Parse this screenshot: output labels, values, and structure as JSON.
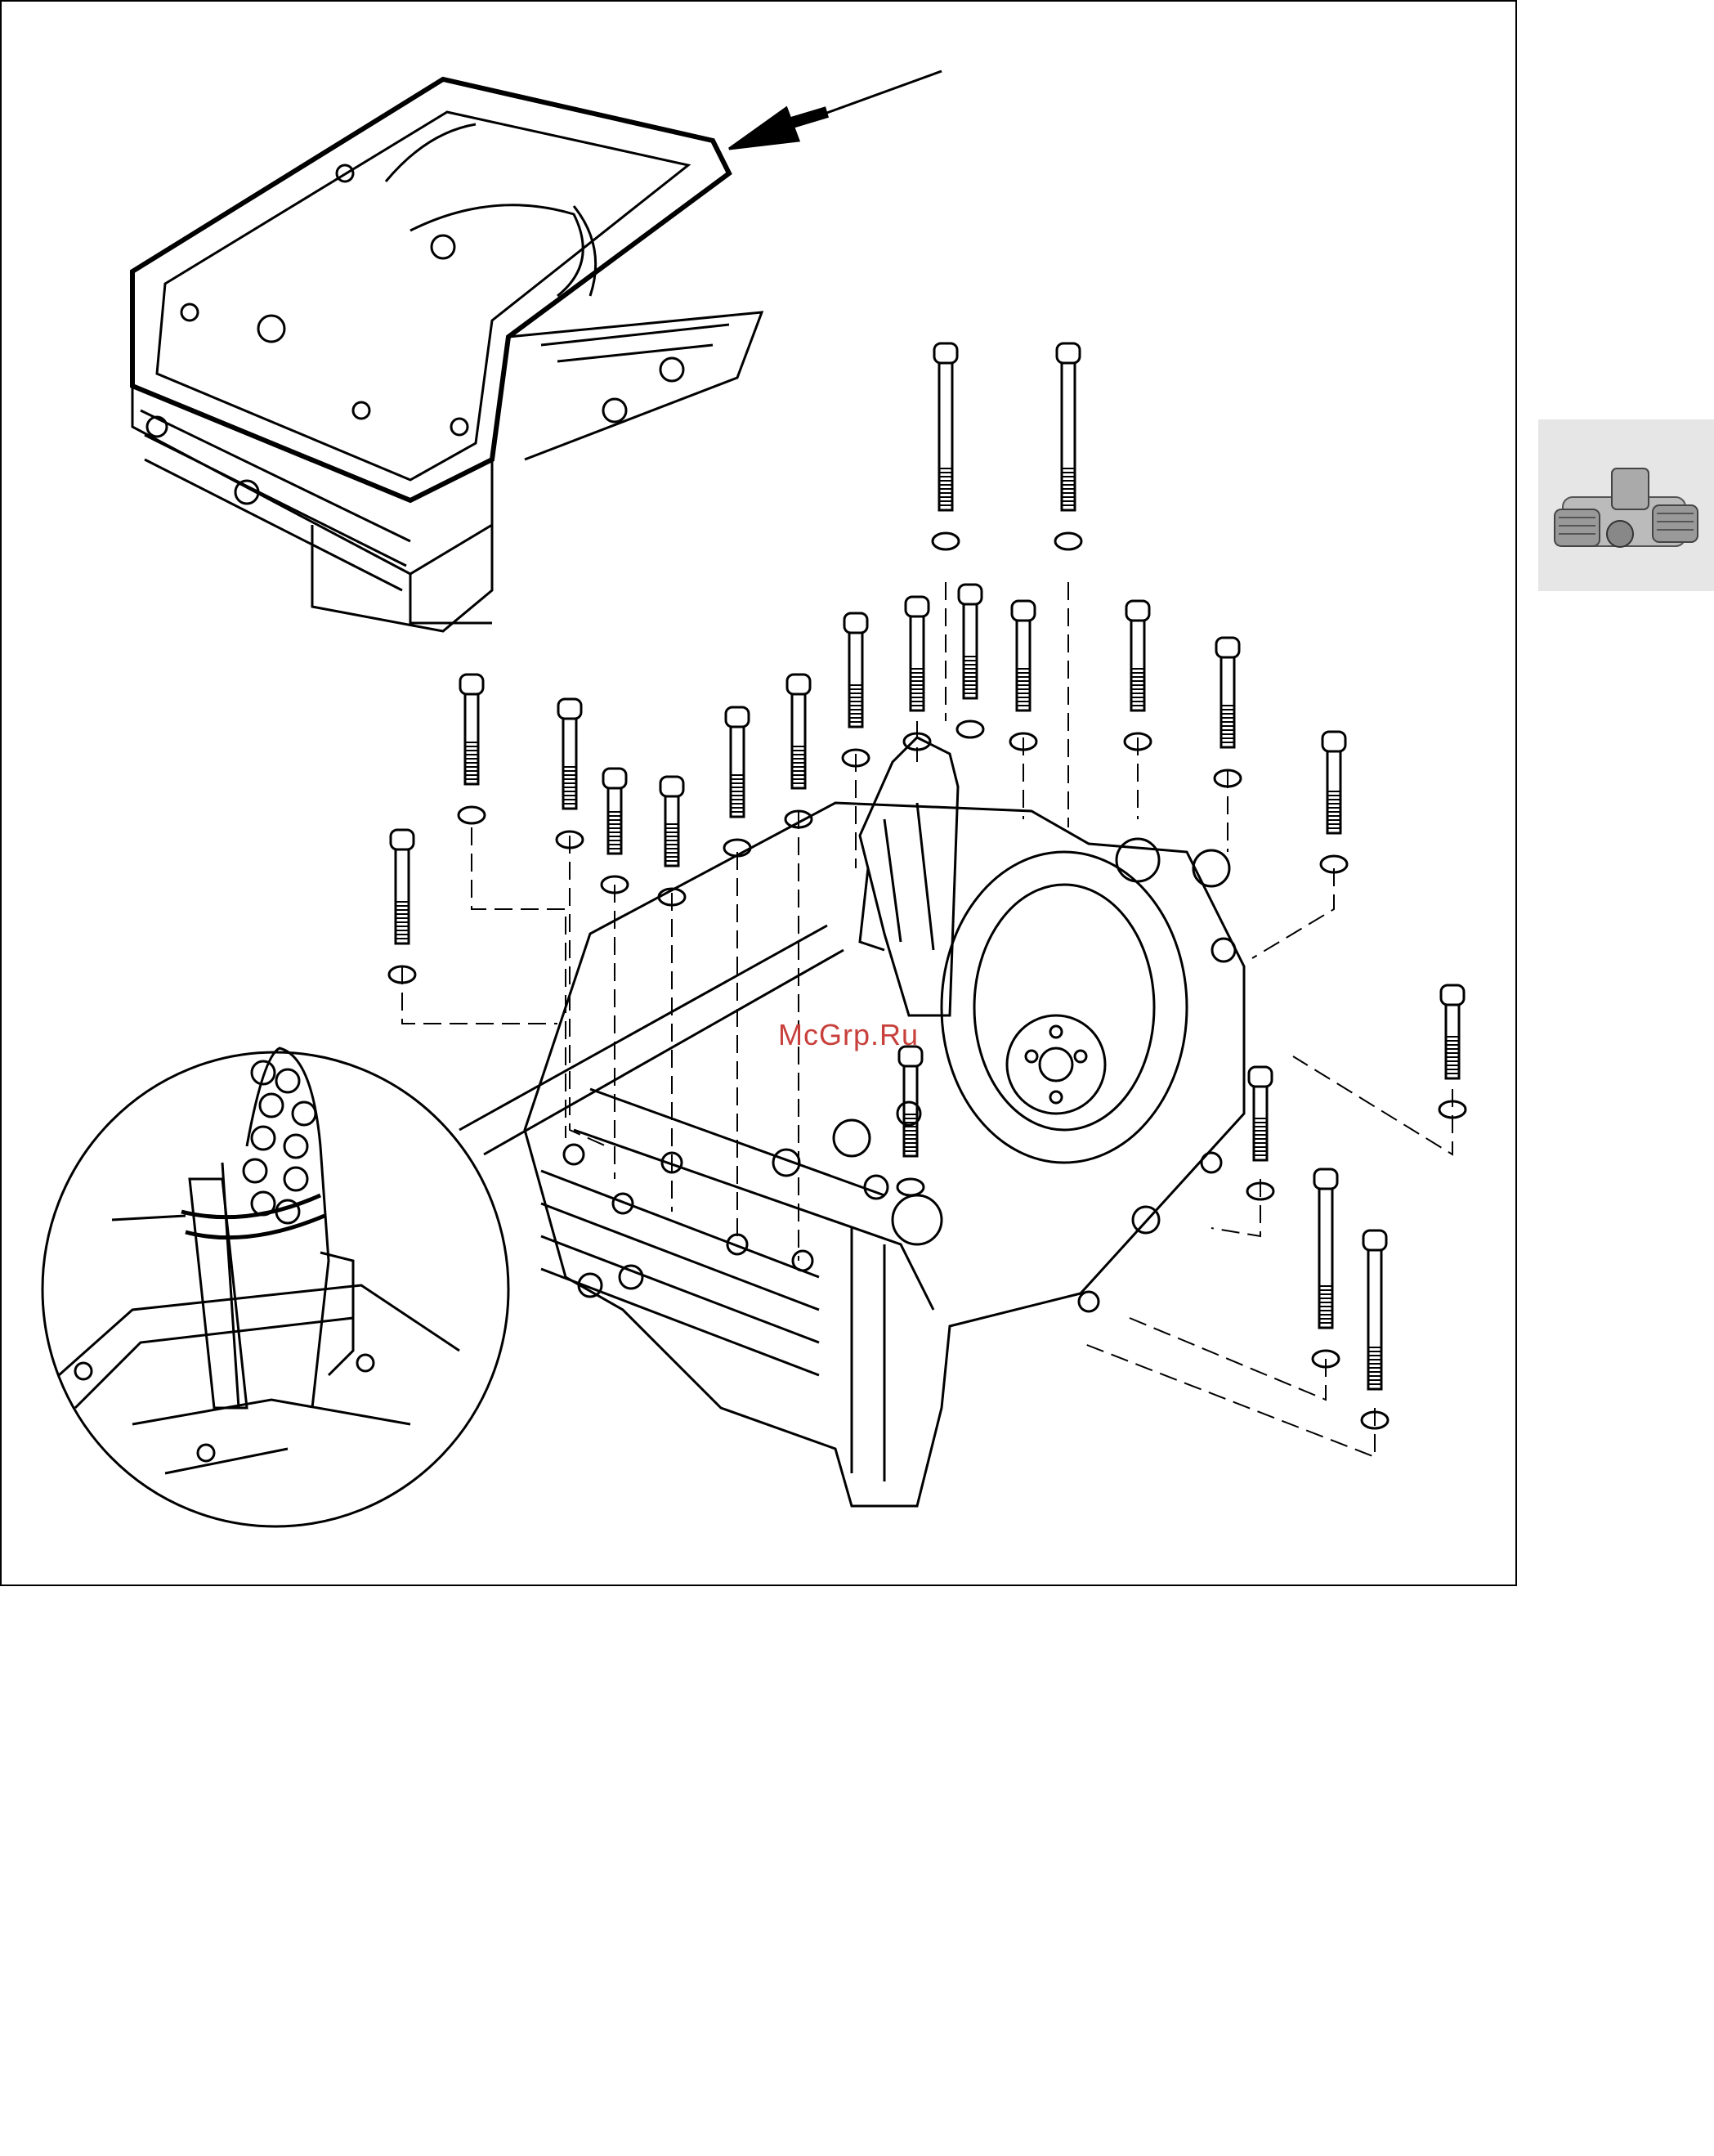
{
  "watermark": {
    "text": "McGrp.Ru",
    "color": "#c8403c"
  },
  "colors": {
    "line": "#000000",
    "frame_bg": "#ffffff",
    "thumb_bg": "#e6e6e6"
  },
  "parts": {
    "oil_pan": "oil-pan-with-gasket",
    "crankcase": "engine-crankcase",
    "chain_detail": "timing-chain-detail",
    "pointer_arrow": "arrow-icon"
  }
}
